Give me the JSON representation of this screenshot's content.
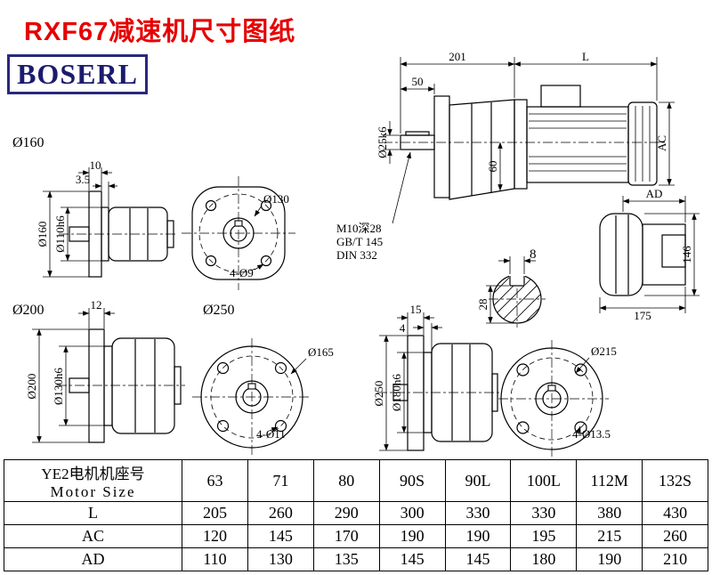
{
  "colors": {
    "title": "#e60000",
    "logo_text": "#1b1b6e",
    "logo_border": "#29297d",
    "line": "#000000"
  },
  "page": {
    "title": "RXF67减速机尺寸图纸",
    "logo": "BOSERL"
  },
  "main_view": {
    "dim_201": "201",
    "dim_L": "L",
    "dim_50": "50",
    "dim_shaft_dia": "Ø25k6",
    "dim_60": "60",
    "dim_AC": "AC",
    "note_thread": "M10深28",
    "note_gb": "GB/T 145",
    "note_din": "DIN 332"
  },
  "key_section": {
    "dim_key_width": "8",
    "dim_key_height": "28"
  },
  "motor_side_view": {
    "dim_AD": "AD",
    "dim_146": "146",
    "dim_175": "175"
  },
  "flange160": {
    "label": "Ø160",
    "dim_thickness": "10",
    "dim_step": "3.5",
    "dim_od": "Ø160",
    "dim_pilot": "Ø110h6",
    "bolt_circle": "Ø130",
    "holes": "4-Ø9"
  },
  "flange200": {
    "label": "Ø200",
    "dim_thickness": "12",
    "dim_od": "Ø200",
    "dim_pilot": "Ø130h6",
    "bolt_circle": "Ø165",
    "holes": "4-Ø11"
  },
  "flange250": {
    "label": "Ø250",
    "dim_thickness": "15",
    "dim_step": "4",
    "dim_od": "Ø250",
    "dim_pilot": "Ø180h6",
    "bolt_circle": "Ø215",
    "holes": "4-Ø13.5"
  },
  "table": {
    "header_cn": "YE2电机机座号",
    "header_en": "Motor Size",
    "sizes": [
      "63",
      "71",
      "80",
      "90S",
      "90L",
      "100L",
      "112M",
      "132S"
    ],
    "rows": [
      {
        "label": "L",
        "values": [
          "205",
          "260",
          "290",
          "300",
          "330",
          "330",
          "380",
          "430"
        ]
      },
      {
        "label": "AC",
        "values": [
          "120",
          "145",
          "170",
          "190",
          "190",
          "195",
          "215",
          "260"
        ]
      },
      {
        "label": "AD",
        "values": [
          "110",
          "130",
          "135",
          "145",
          "145",
          "180",
          "190",
          "210"
        ]
      }
    ]
  }
}
